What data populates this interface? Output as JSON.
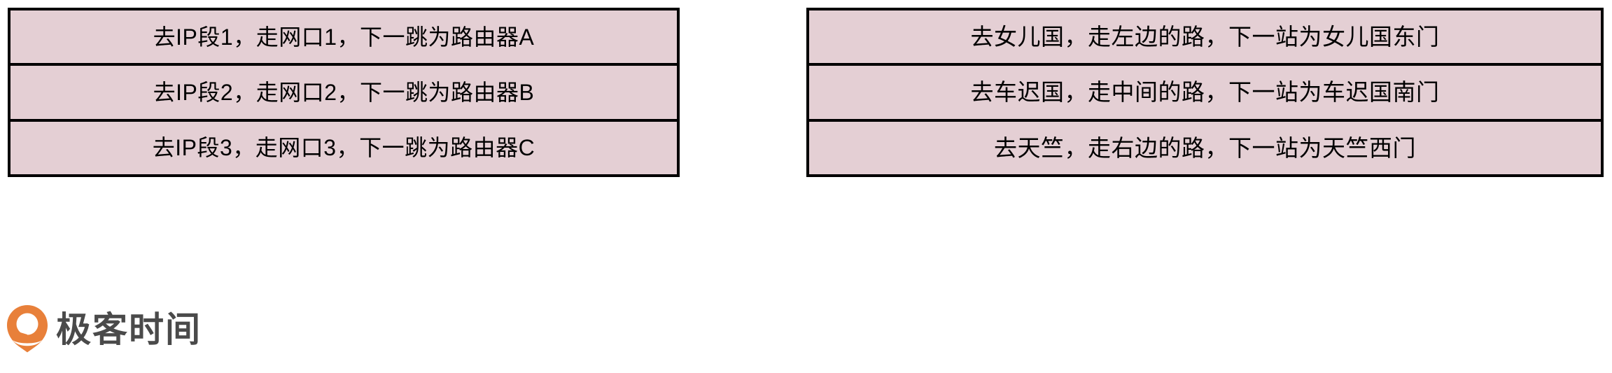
{
  "page": {
    "background_color": "#ffffff",
    "cell_fill_color": "#e4cfd4",
    "border_color": "#000000",
    "text_color": "#000000"
  },
  "left_table": {
    "name": "ip-routing-table",
    "rows": [
      {
        "text": "去IP段1，走网口1，下一跳为路由器A"
      },
      {
        "text": "去IP段2，走网口2，下一跳为路由器B"
      },
      {
        "text": "去IP段3，走网口3，下一跳为路由器C"
      }
    ]
  },
  "right_table": {
    "name": "journey-signpost-table",
    "rows": [
      {
        "text": "去女儿国，走左边的路，下一站为女儿国东门"
      },
      {
        "text": "去车迟国，走中间的路，下一站为车迟国南门"
      },
      {
        "text": "去天竺，走右边的路，下一站为天竺西门"
      }
    ]
  },
  "logo": {
    "icon": "geektime-pin-icon",
    "text": "极客时间",
    "mark_color": "#e8803a",
    "text_color": "#4a4a4a"
  }
}
